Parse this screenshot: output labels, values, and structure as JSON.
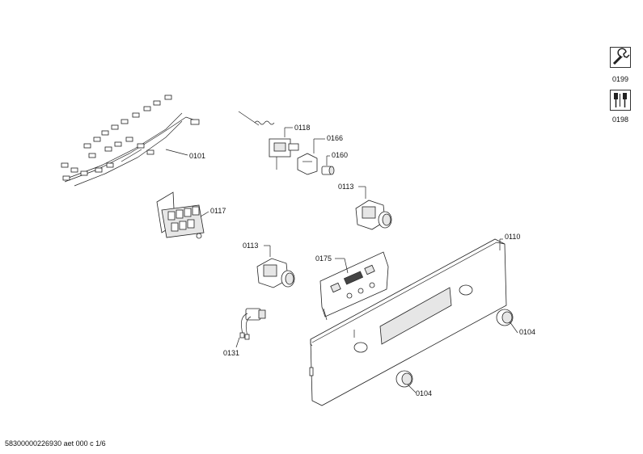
{
  "parts": [
    {
      "id": "p0101",
      "label": "0101"
    },
    {
      "id": "p0118",
      "label": "0118"
    },
    {
      "id": "p0166",
      "label": "0166"
    },
    {
      "id": "p0160",
      "label": "0160"
    },
    {
      "id": "p0113a",
      "label": "0113"
    },
    {
      "id": "p0117",
      "label": "0117"
    },
    {
      "id": "p0110",
      "label": "0110"
    },
    {
      "id": "p0113b",
      "label": "0113"
    },
    {
      "id": "p0175",
      "label": "0175"
    },
    {
      "id": "p0131",
      "label": "0131"
    },
    {
      "id": "p0104a",
      "label": "0104"
    },
    {
      "id": "p0104b",
      "label": "0104"
    }
  ],
  "tools": [
    {
      "label": "0199",
      "icon": "wrench-icon"
    },
    {
      "label": "0198",
      "icon": "screwdriver-set-icon"
    }
  ],
  "footer": "58300000226930 aet 000 c 1/6"
}
